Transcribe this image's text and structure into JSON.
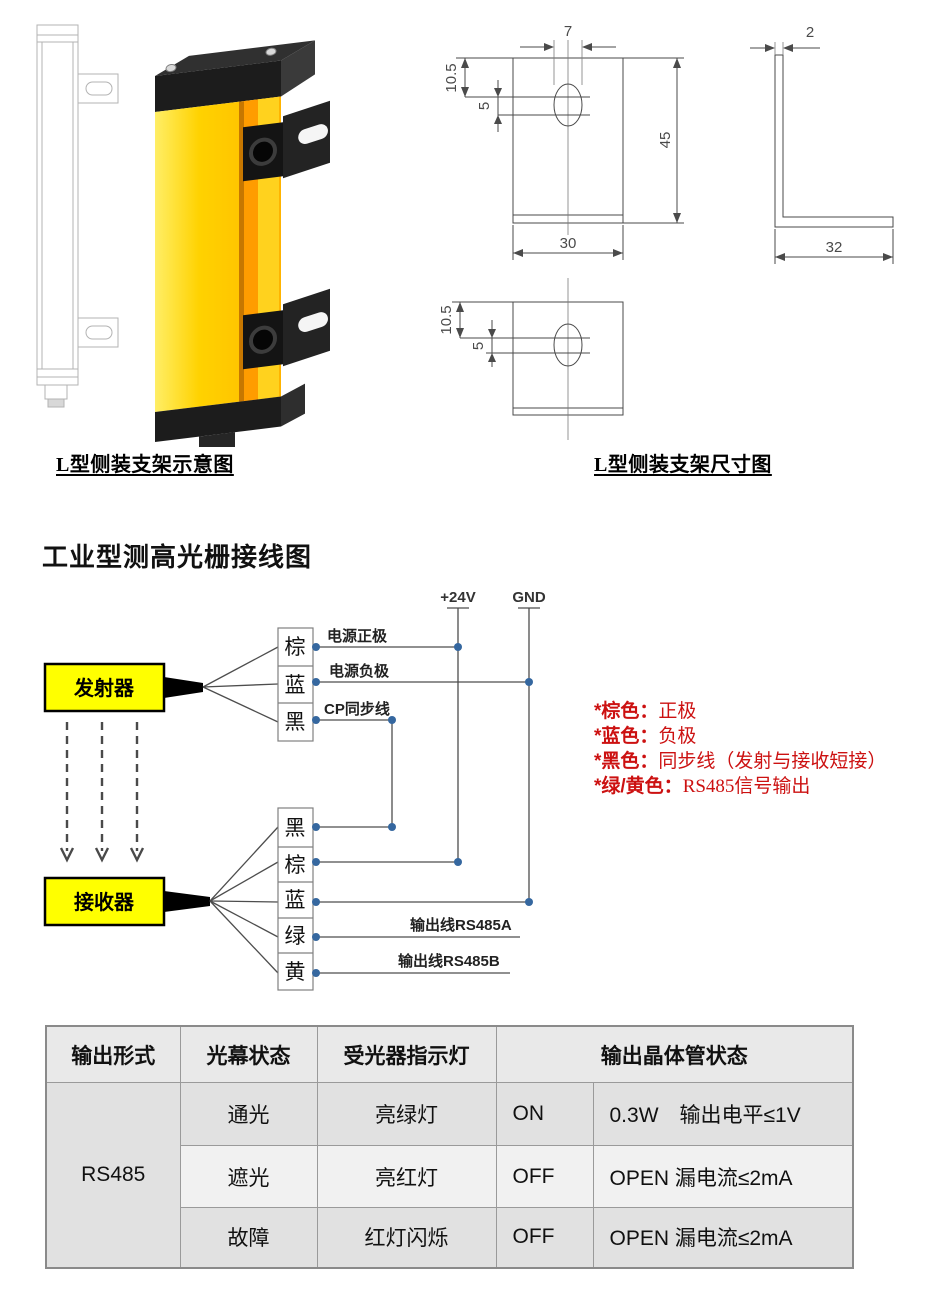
{
  "bracket_section": {
    "illustration_caption": "L型侧装支架示意图",
    "dimension_caption": "L型侧装支架尺寸图",
    "front_view": {
      "slot_width": "7",
      "hole_top_offset": "10.5",
      "hole_pitch": "5",
      "height": "45",
      "width": "30"
    },
    "side_view": {
      "thickness": "2",
      "depth": "32"
    },
    "top_view": {
      "hole_top_offset": "10.5",
      "hole_pitch": "5"
    }
  },
  "wiring": {
    "heading": "工业型测高光栅接线图",
    "rail_24v": "+24V",
    "rail_gnd": "GND",
    "transmitter_label": "发射器",
    "receiver_label": "接收器",
    "tx_wires": [
      {
        "color": "棕",
        "signal": "电源正极"
      },
      {
        "color": "蓝",
        "signal": "电源负极"
      },
      {
        "color": "黑",
        "signal": "CP同步线"
      }
    ],
    "rx_wires": [
      {
        "color": "黑"
      },
      {
        "color": "棕"
      },
      {
        "color": "蓝"
      },
      {
        "color": "绿"
      },
      {
        "color": "黄"
      }
    ],
    "rx_outputs": [
      {
        "label": "输出线RS485A"
      },
      {
        "label": "输出线RS485B"
      }
    ],
    "notes": [
      {
        "label": "*棕色：",
        "value": "正极"
      },
      {
        "label": "*蓝色：",
        "value": "负极"
      },
      {
        "label": "*黑色：",
        "value": "同步线（发射与接收短接）"
      },
      {
        "label": "*绿/黄色：",
        "value": "RS485信号输出"
      }
    ]
  },
  "table": {
    "headers": [
      "输出形式",
      "光幕状态",
      "受光器指示灯",
      "输出晶体管状态"
    ],
    "output_type": "RS485",
    "rows": [
      {
        "state": "通光",
        "indicator": "亮绿灯",
        "level": "ON",
        "detail": "0.3W　输出电平≤1V"
      },
      {
        "state": "遮光",
        "indicator": "亮红灯",
        "level": "OFF",
        "detail": "OPEN 漏电流≤2mA"
      },
      {
        "state": "故障",
        "indicator": "红灯闪烁",
        "level": "OFF",
        "detail": "OPEN 漏电流≤2mA"
      }
    ]
  },
  "colors": {
    "device_yellow": "#ffd200",
    "device_orange": "#ff9c00",
    "diagram_box_yellow": "#ffff00",
    "note_red": "#cc1111",
    "junction_blue": "#35679f",
    "table_header_bg": "#e9e9e9",
    "table_row_dark": "#e1e1e1",
    "table_row_light": "#f1f1f1"
  }
}
